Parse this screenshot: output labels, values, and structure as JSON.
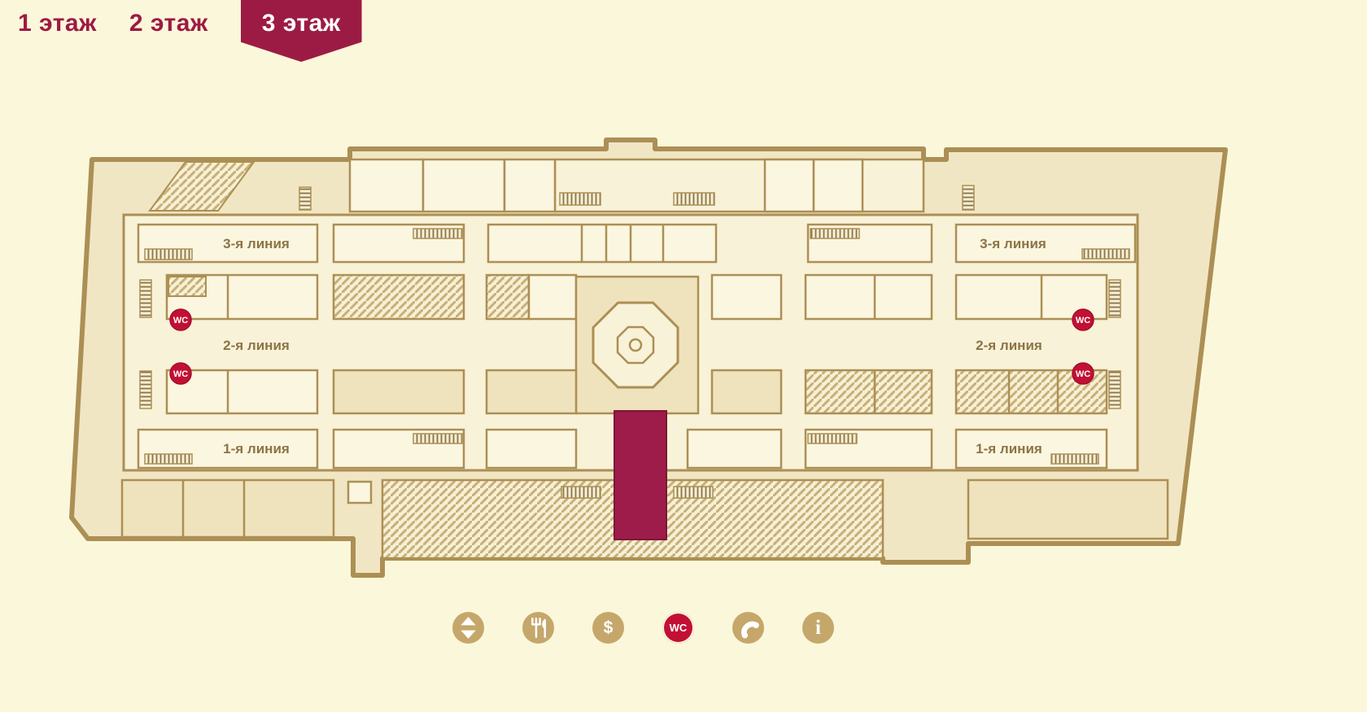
{
  "page": {
    "background": "#FBF7DA"
  },
  "tabs": {
    "items": [
      {
        "label": "1 этаж",
        "selected": false
      },
      {
        "label": "2 этаж",
        "selected": false
      },
      {
        "label": "3 этаж",
        "selected": true
      }
    ]
  },
  "floorplan": {
    "labels": {
      "line3_left": "3-я линия",
      "line2_left": "2-я линия",
      "line1_left": "1-я линия",
      "line3_right": "3-я линия",
      "line2_right": "2-я линия",
      "line1_right": "1-я линия"
    },
    "wc_badge": "WC",
    "wc_marker_count": 4,
    "colors": {
      "wall": "#AC8F55",
      "floor_light": "#F8F2D8",
      "floor_tan": "#F1E6C3",
      "highlight_block": "#9D1C49",
      "wc_red": "#C21034"
    }
  },
  "legend": {
    "items": [
      {
        "name": "elevator",
        "icon": "up-down-arrows-icon",
        "label": ""
      },
      {
        "name": "food-court",
        "icon": "fork-knife-icon",
        "label": ""
      },
      {
        "name": "currency-exchange",
        "icon": "dollar-icon",
        "label": "$"
      },
      {
        "name": "wc",
        "icon": "wc-icon",
        "label": "WC",
        "color": "#C21034"
      },
      {
        "name": "phone",
        "icon": "phone-icon",
        "label": ""
      },
      {
        "name": "information",
        "icon": "info-icon",
        "label": "i"
      }
    ]
  }
}
